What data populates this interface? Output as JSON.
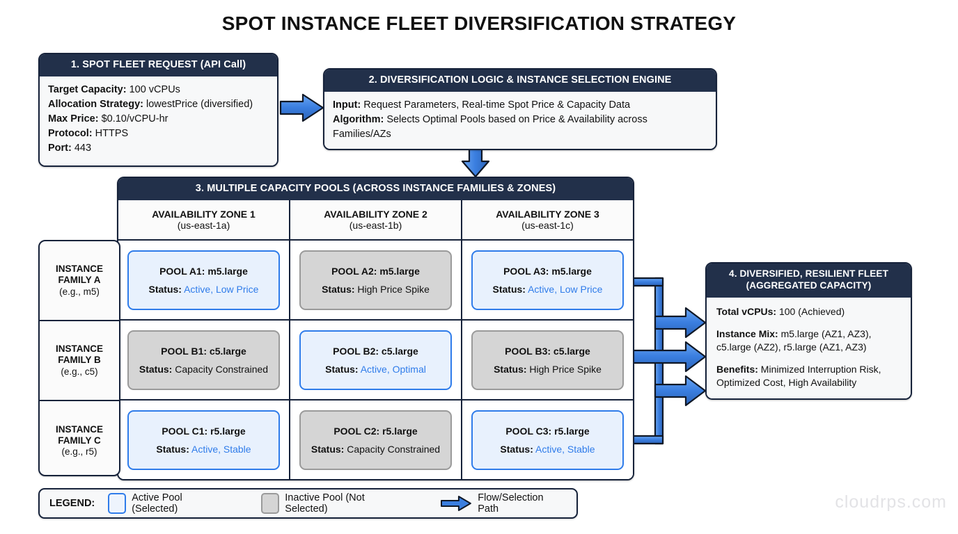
{
  "title": "SPOT INSTANCE FLEET DIVERSIFICATION STRATEGY",
  "watermark": "cloudrps.com",
  "box1": {
    "header": "1. SPOT FLEET REQUEST (API Call)",
    "rows": [
      {
        "label": "Target Capacity:",
        "value": " 100 vCPUs"
      },
      {
        "label": "Allocation Strategy:",
        "value": " lowestPrice (diversified)"
      },
      {
        "label": "Max Price:",
        "value": " $0.10/vCPU-hr"
      },
      {
        "label": "Protocol:",
        "value": " HTTPS"
      },
      {
        "label": "Port:",
        "value": " 443"
      }
    ]
  },
  "box2": {
    "header": "2. DIVERSIFICATION LOGIC & INSTANCE SELECTION ENGINE",
    "rows": [
      {
        "label": "Input:",
        "value": " Request Parameters, Real-time Spot Price & Capacity Data"
      },
      {
        "label": "Algorithm:",
        "value": " Selects Optimal Pools based on Price & Availability across Families/AZs"
      }
    ]
  },
  "box3": {
    "header": "3. MULTIPLE CAPACITY POOLS (ACROSS INSTANCE FAMILIES & ZONES)",
    "zones": [
      {
        "name": "AVAILABILITY ZONE 1",
        "region": "(us-east-1a)"
      },
      {
        "name": "AVAILABILITY ZONE 2",
        "region": "(us-east-1b)"
      },
      {
        "name": "AVAILABILITY ZONE 3",
        "region": "(us-east-1c)"
      }
    ],
    "families": [
      {
        "name1": "INSTANCE",
        "name2": "FAMILY A",
        "example": "(e.g., m5)"
      },
      {
        "name1": "INSTANCE",
        "name2": "FAMILY B",
        "example": "(e.g., c5)"
      },
      {
        "name1": "INSTANCE",
        "name2": "FAMILY C",
        "example": "(e.g., r5)"
      }
    ],
    "status_label": "Status:",
    "pools": [
      [
        {
          "name": "POOL A1: m5.large",
          "status": " Active, Low Price",
          "state": "active"
        },
        {
          "name": "POOL A2: m5.large",
          "status": " High Price Spike",
          "state": "inactive"
        },
        {
          "name": "POOL A3: m5.large",
          "status": " Active, Low Price",
          "state": "active"
        }
      ],
      [
        {
          "name": "POOL B1: c5.large",
          "status": " Capacity Constrained",
          "state": "inactive"
        },
        {
          "name": "POOL B2: c5.large",
          "status": " Active, Optimal",
          "state": "active"
        },
        {
          "name": "POOL B3: c5.large",
          "status": " High Price Spike",
          "state": "inactive"
        }
      ],
      [
        {
          "name": "POOL C1: r5.large",
          "status": " Active, Stable",
          "state": "active"
        },
        {
          "name": "POOL C2: r5.large",
          "status": " Capacity Constrained",
          "state": "inactive"
        },
        {
          "name": "POOL C3: r5.large",
          "status": " Active, Stable",
          "state": "active"
        }
      ]
    ]
  },
  "box4": {
    "header_line1": "4. DIVERSIFIED, RESILIENT FLEET",
    "header_line2": "(AGGREGATED CAPACITY)",
    "rows": [
      {
        "label": "Total vCPUs:",
        "value": " 100 (Achieved)"
      },
      {
        "label": "Instance Mix:",
        "value": " m5.large (AZ1, AZ3), c5.large (AZ2), r5.large (AZ1, AZ3)"
      },
      {
        "label": "Benefits:",
        "value": " Minimized Interruption Risk, Optimized Cost, High Availability"
      }
    ]
  },
  "legend": {
    "title": "LEGEND:",
    "active_label": "Active Pool (Selected)",
    "inactive_label": "Inactive Pool (Not Selected)",
    "flow_label": "Flow/Selection Path"
  },
  "colors": {
    "header_navy": "#22304a",
    "border_navy": "#16223a",
    "accent_blue": "#2f7cea",
    "arrow_blue": "#3b7fe0",
    "inactive_gray": "#d5d5d5",
    "panel_bg": "#f7f8f9"
  }
}
